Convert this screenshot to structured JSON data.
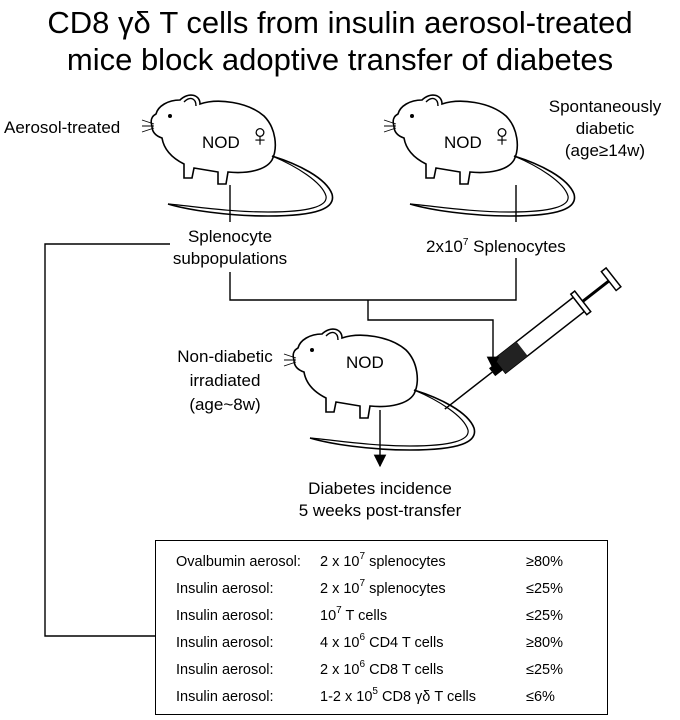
{
  "title": {
    "line1": "CD8 γδ T cells from insulin aerosol-treated",
    "line2": "mice block adoptive transfer of diabetes"
  },
  "donor_left": {
    "label": "Aerosol-treated",
    "mouse_text": "NOD",
    "sex_symbol": "♀",
    "output_line1": "Splenocyte",
    "output_line2": "subpopulations"
  },
  "donor_right": {
    "label_line1": "Spontaneously",
    "label_line2": "diabetic",
    "label_line3": "(age≥14w)",
    "mouse_text": "NOD",
    "sex_symbol": "♀",
    "output_prefix": "2x10",
    "output_exp": "7",
    "output_suffix": "Splenocytes"
  },
  "recipient": {
    "label_line1": "Non-diabetic",
    "label_line2": "irradiated",
    "label_line3": "(age~8w)",
    "mouse_text": "NOD"
  },
  "outcome": {
    "line1": "Diabetes incidence",
    "line2": "5 weeks post-transfer"
  },
  "results": [
    {
      "treatment": "Ovalbumin aerosol:",
      "pre": "2 x 10",
      "exp": "7",
      "post": " splenocytes",
      "incidence": "≥80%"
    },
    {
      "treatment": "Insulin aerosol:",
      "pre": "2 x 10",
      "exp": "7",
      "post": " splenocytes",
      "incidence": "≤25%"
    },
    {
      "treatment": "Insulin aerosol:",
      "pre": "10",
      "exp": "7",
      "post": " T cells",
      "incidence": "≤25%"
    },
    {
      "treatment": "Insulin aerosol:",
      "pre": "4 x 10",
      "exp": "6",
      "post": " CD4 T cells",
      "incidence": "≥80%"
    },
    {
      "treatment": "Insulin aerosol:",
      "pre": "2 x 10",
      "exp": "6",
      "post": " CD8 T cells",
      "incidence": "≤25%"
    },
    {
      "treatment": "Insulin aerosol:",
      "pre": "1-2 x 10",
      "exp": "5",
      "post": " CD8 γδ T cells",
      "incidence": "≤6%"
    }
  ]
}
